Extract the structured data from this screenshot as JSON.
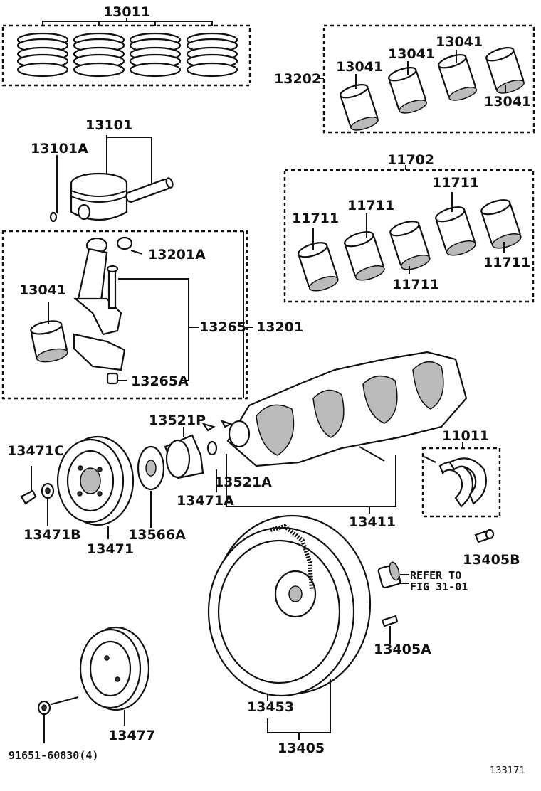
{
  "labels": {
    "piston_ring_set": "13011",
    "conrod_bearing_set": "13202",
    "conrod_bearing_1": "13041",
    "conrod_bearing_2": "13041",
    "conrod_bearing_3": "13041",
    "conrod_bearing_4": "13041",
    "piston": "13101",
    "piston_pin_snap": "13101A",
    "main_bearing_set": "11702",
    "main_bearing_1": "11711",
    "main_bearing_2": "11711",
    "main_bearing_3": "11711",
    "main_bearing_4": "11711",
    "main_bearing_5": "11711",
    "pin_bushing": "13201A",
    "conrod_bearing_lower": "13041",
    "conrod_bolt": "13265",
    "conrod_assy": "13201",
    "conrod_nut": "13265A",
    "timing_gear": "13521P",
    "key": "13521A",
    "pulley_bolt": "13471C",
    "pulley_key": "13471A",
    "thrust_washer": "11011",
    "crankshaft": "13411",
    "plate_washer": "13471B",
    "crank_pulley": "13471",
    "oil_slinger": "13566A",
    "bolt_13405b": "13405B",
    "refer_line1": "REFER TO",
    "refer_line2": "FIG 31-01",
    "pin_13405a": "13405A",
    "ring_gear": "13453",
    "flywheel": "13405",
    "pulley_13477": "13477",
    "nut_91651": "91651-60830(4)",
    "figure_number": "133171"
  }
}
